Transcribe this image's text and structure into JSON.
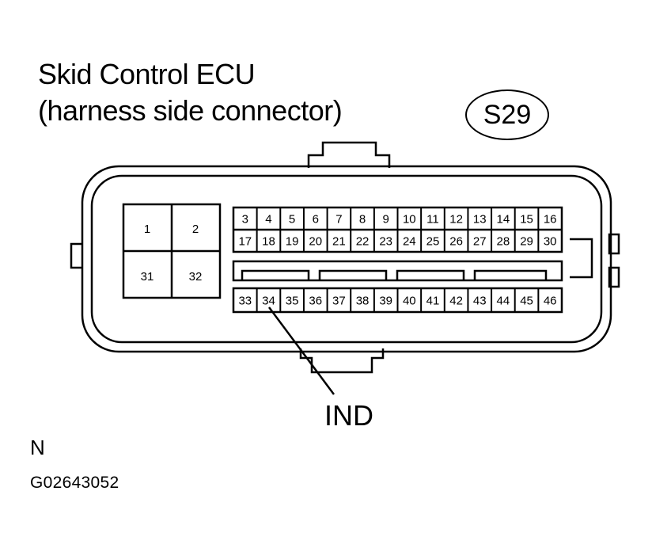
{
  "title": {
    "line1": "Skid Control ECU",
    "line2": "(harness side connector)"
  },
  "connector_code": "S29",
  "big_pins": [
    "1",
    "2",
    "31",
    "32"
  ],
  "row1_pins": [
    "3",
    "4",
    "5",
    "6",
    "7",
    "8",
    "9",
    "10",
    "11",
    "12",
    "13",
    "14",
    "15",
    "16"
  ],
  "row2_pins": [
    "17",
    "18",
    "19",
    "20",
    "21",
    "22",
    "23",
    "24",
    "25",
    "26",
    "27",
    "28",
    "29",
    "30"
  ],
  "row3_pins": [
    "33",
    "34",
    "35",
    "36",
    "37",
    "38",
    "39",
    "40",
    "41",
    "42",
    "43",
    "44",
    "45",
    "46"
  ],
  "callout": {
    "label": "IND",
    "pin": "34"
  },
  "note": "N",
  "figure_code": "G02643052"
}
